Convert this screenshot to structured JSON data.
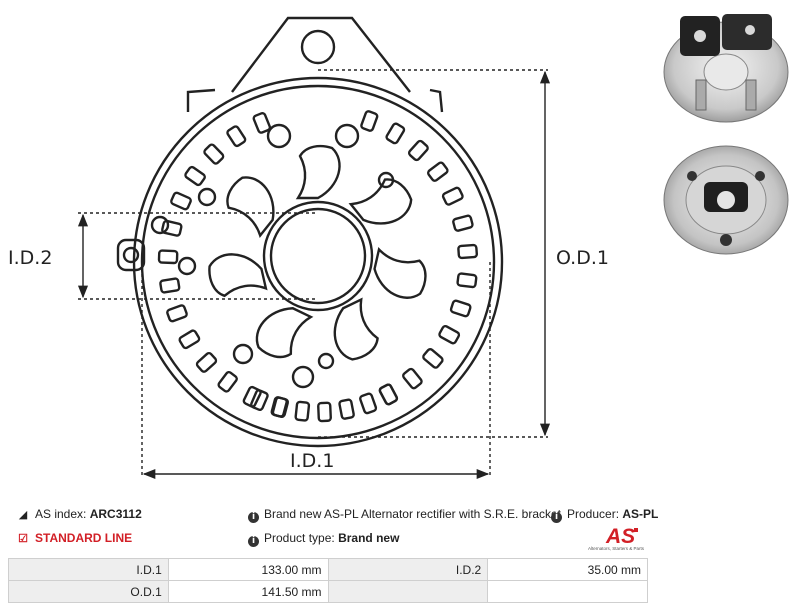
{
  "diagram": {
    "labels": {
      "id2": "I.D.2",
      "od1": "O.D.1",
      "id1": "I.D.1"
    }
  },
  "info": {
    "as_index_label": "AS index:",
    "as_index_value": "ARC3112",
    "standard_line": "STANDARD LINE",
    "description": "Brand new AS-PL Alternator rectifier with S.R.E. bracket",
    "product_type_label": "Product type:",
    "product_type_value": "Brand new",
    "producer_label": "Producer:",
    "producer_value": "AS-PL"
  },
  "logo": {
    "text": "AS",
    "tagline": "Alternators, Starters & Parts",
    "color": "#d21f26"
  },
  "specs": {
    "rows": [
      {
        "k1": "I.D.1",
        "v1": "133.00 mm",
        "k2": "I.D.2",
        "v2": "35.00 mm"
      },
      {
        "k1": "O.D.1",
        "v1": "141.50 mm",
        "k2": "",
        "v2": ""
      }
    ]
  },
  "icons": {
    "tag": "tag-icon",
    "check": "checkbox-icon",
    "info": "info-icon"
  }
}
